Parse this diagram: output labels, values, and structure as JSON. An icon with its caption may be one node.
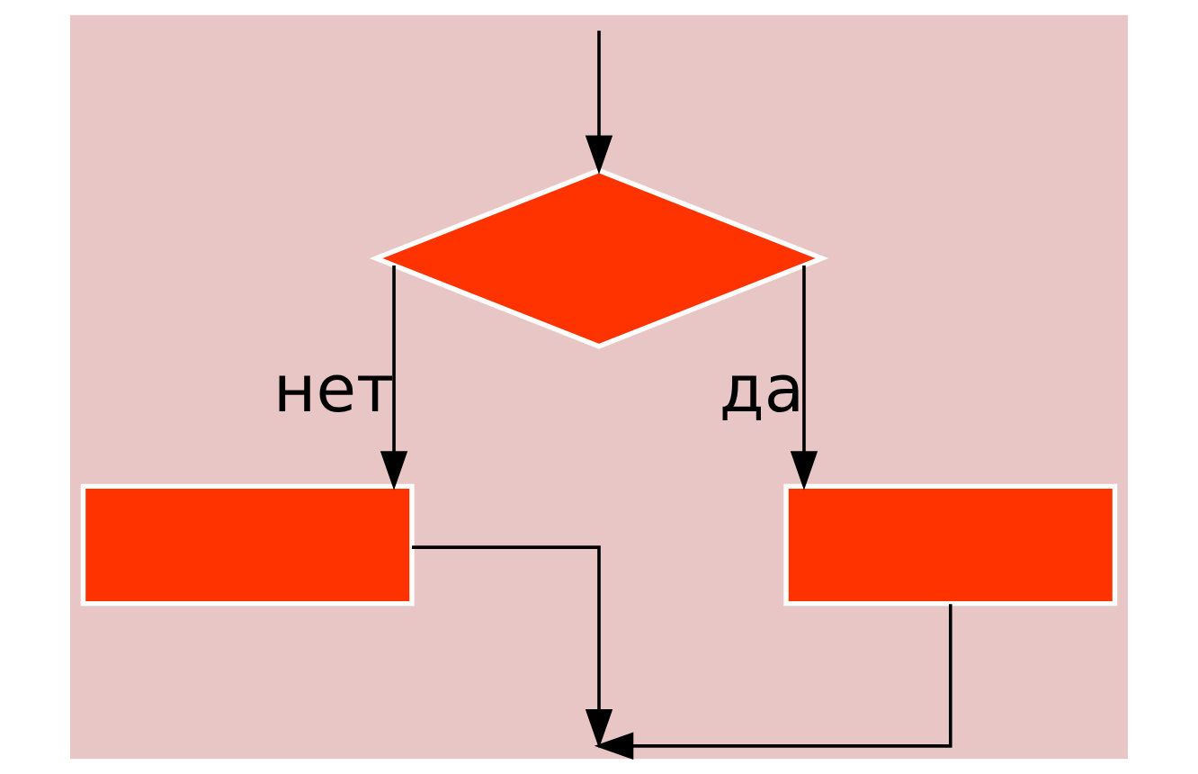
{
  "diagram": {
    "nodes": [
      {
        "text": [],
        "shape": "diamond"
      },
      {
        "text": [],
        "shape": "box"
      },
      {
        "text": [],
        "shape": "box"
      }
    ],
    "edges": [
      {
        "from": null,
        "to": 0,
        "arrow": "to"
      },
      {
        "from": 0,
        "to": 1,
        "arrow": "to",
        "label": "нет"
      },
      {
        "from": 0,
        "to": 2,
        "arrow": "to",
        "label": "да"
      },
      {
        "from": 1,
        "to": null,
        "arrow": "to"
      },
      {
        "from": 2,
        "to": null,
        "arrow": "to"
      }
    ]
  }
}
